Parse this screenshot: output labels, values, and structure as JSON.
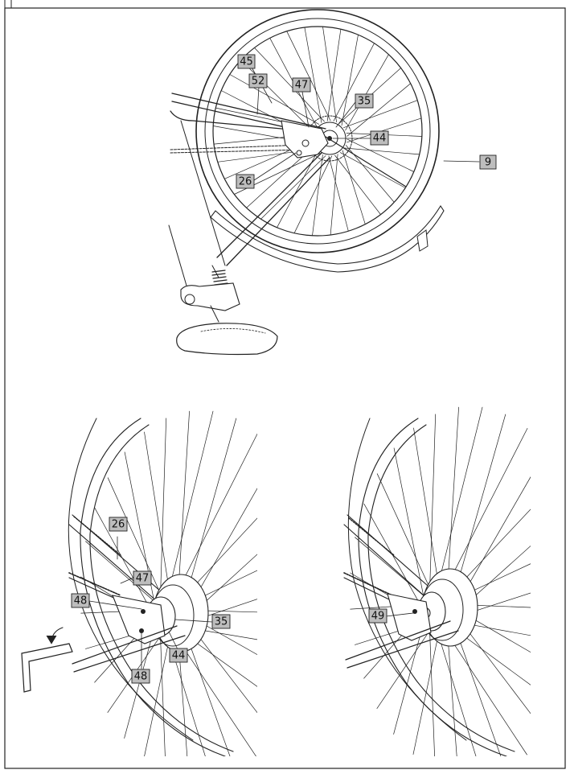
{
  "figure": {
    "top": {
      "labels": {
        "l45": "45",
        "l52": "52",
        "l47": "47",
        "l35": "35",
        "l44": "44",
        "l9": "9",
        "l26": "26"
      }
    },
    "bottom_left": {
      "labels": {
        "l26": "26",
        "l47": "47",
        "l48a": "48",
        "l35": "35",
        "l44": "44",
        "l48b": "48"
      }
    },
    "bottom_right": {
      "labels": {
        "l49": "49"
      }
    }
  }
}
